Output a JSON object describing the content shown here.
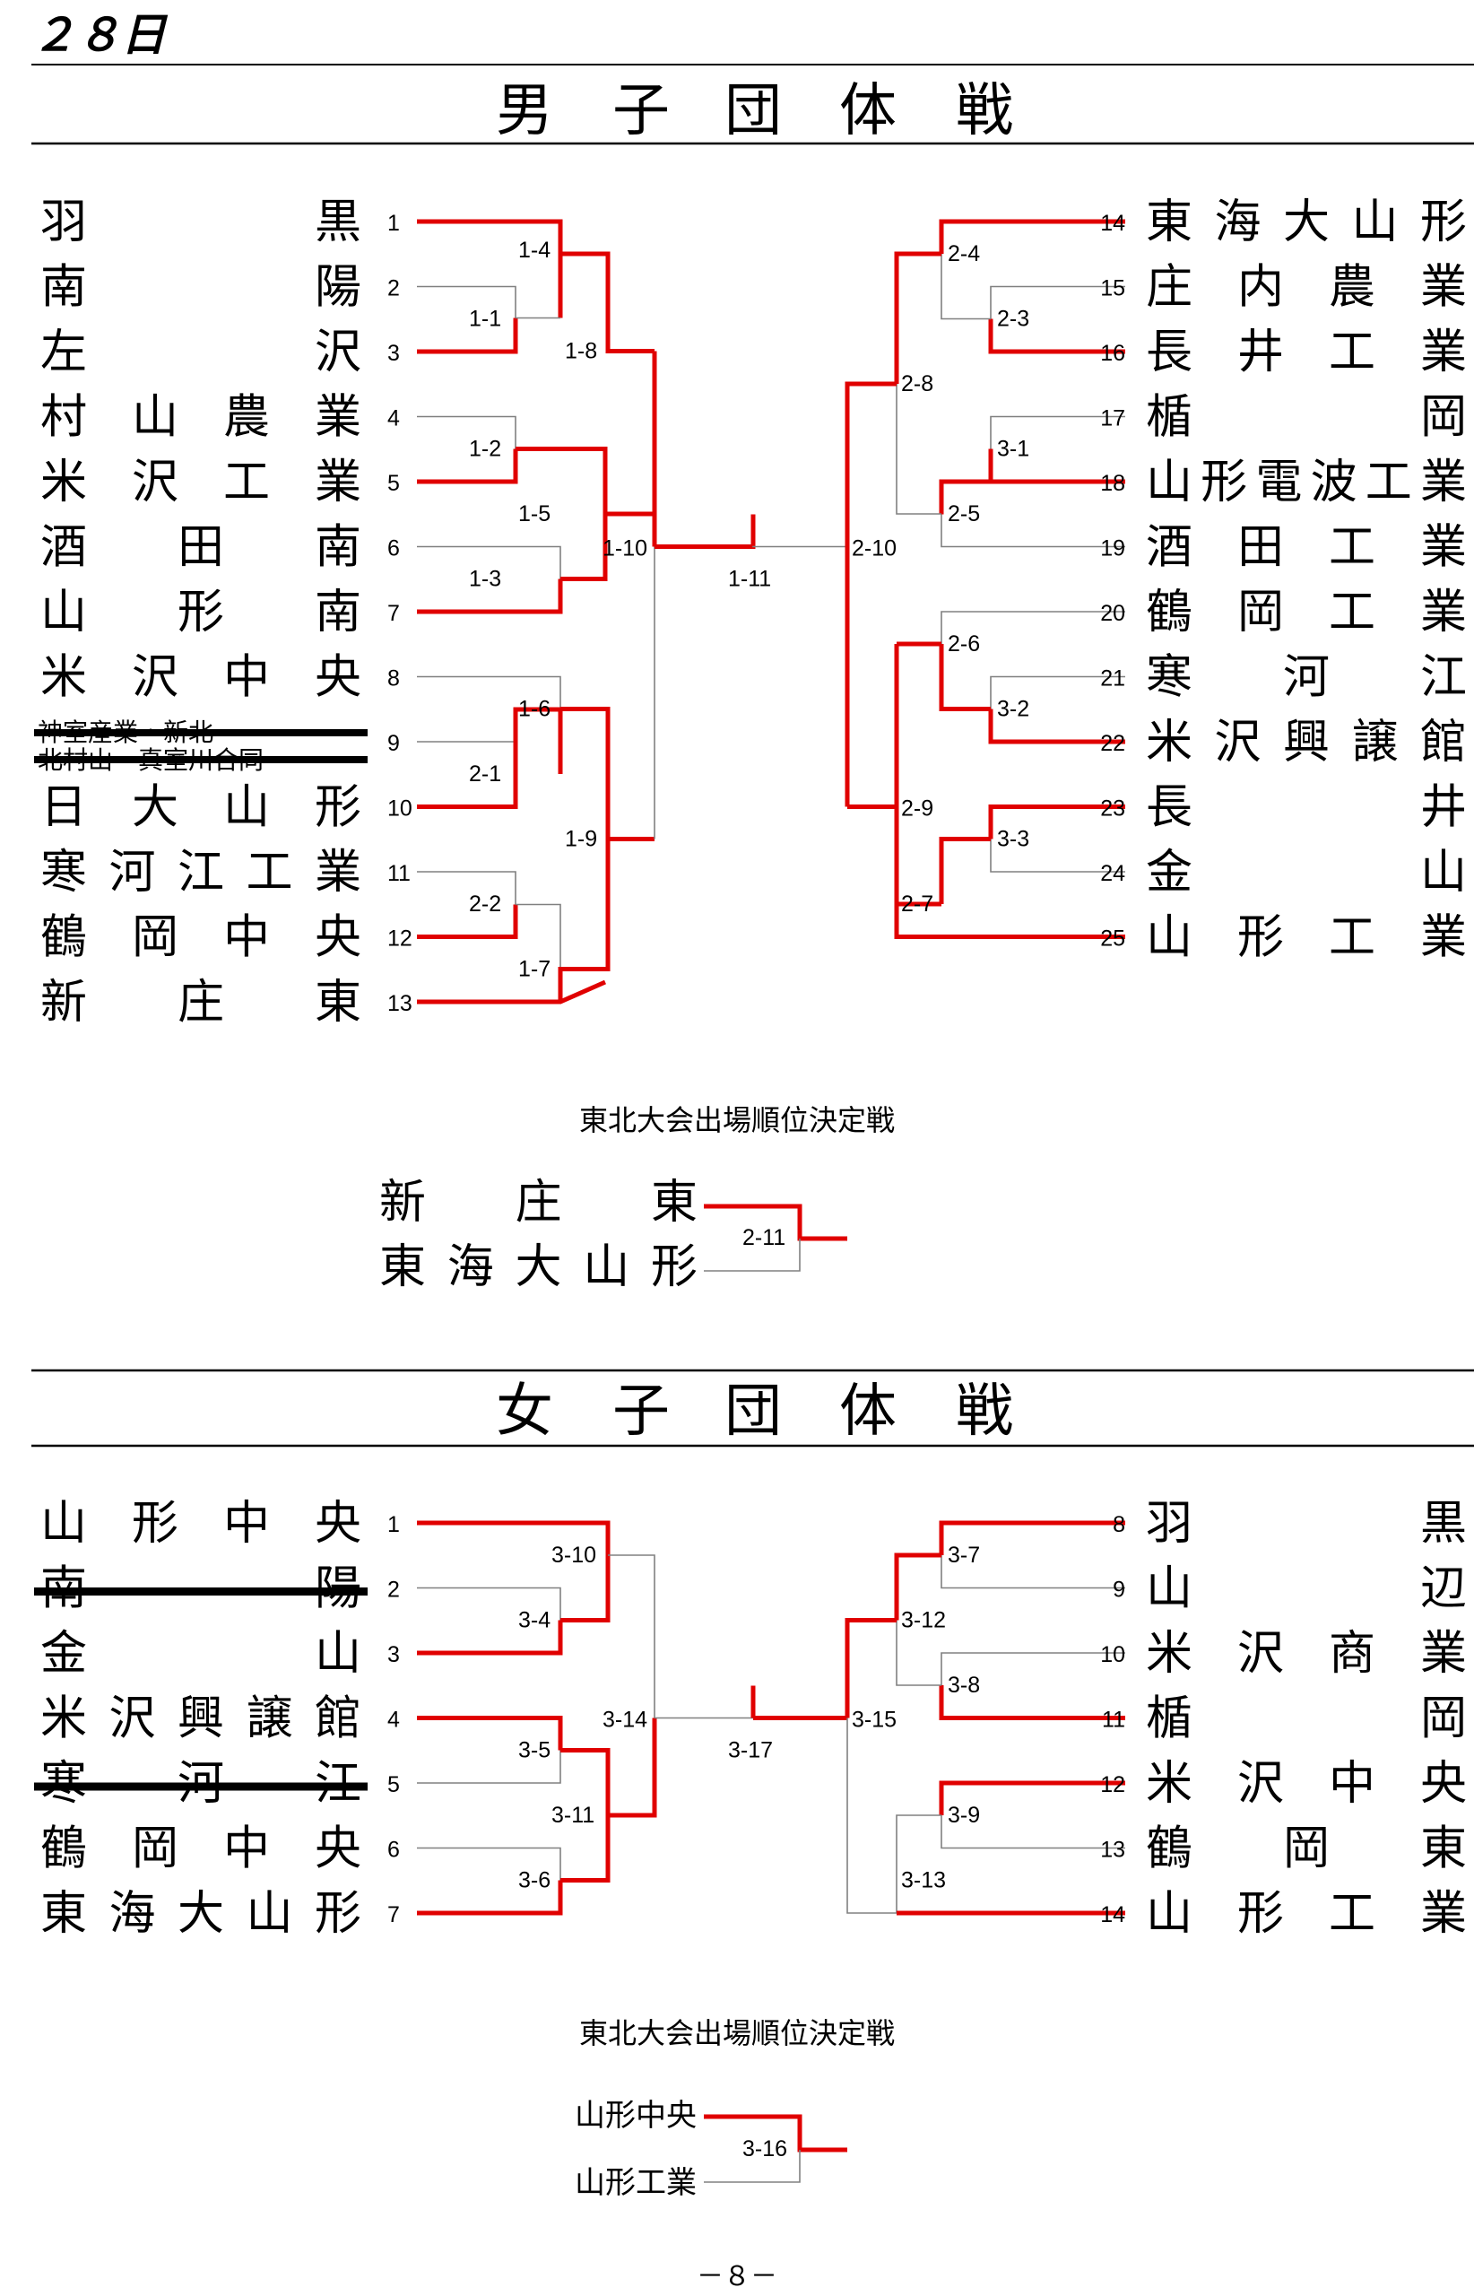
{
  "day": "２８日",
  "page_number": "－８－",
  "colors": {
    "winner_line": "#e00000",
    "line": "#808080",
    "text": "#000000"
  },
  "men": {
    "title": "男子団体戦",
    "teams": [
      {
        "num": "1",
        "name": "羽黒"
      },
      {
        "num": "2",
        "name": "南陽"
      },
      {
        "num": "3",
        "name": "左沢"
      },
      {
        "num": "4",
        "name": "村山農業"
      },
      {
        "num": "5",
        "name": "米沢工業"
      },
      {
        "num": "6",
        "name": "酒田南"
      },
      {
        "num": "7",
        "name": "山形南"
      },
      {
        "num": "8",
        "name": "米沢中央"
      },
      {
        "num": "9",
        "name": "神室産業・新北",
        "name2": "北村山・真室川合同",
        "struck": true
      },
      {
        "num": "10",
        "name": "日大山形"
      },
      {
        "num": "11",
        "name": "寒河江工業"
      },
      {
        "num": "12",
        "name": "鶴岡中央"
      },
      {
        "num": "13",
        "name": "新庄東"
      },
      {
        "num": "14",
        "name": "東海大山形"
      },
      {
        "num": "15",
        "name": "庄内農業"
      },
      {
        "num": "16",
        "name": "長井工業"
      },
      {
        "num": "17",
        "name": "楯岡"
      },
      {
        "num": "18",
        "name": "山形電波工業"
      },
      {
        "num": "19",
        "name": "酒田工業"
      },
      {
        "num": "20",
        "name": "鶴岡工業"
      },
      {
        "num": "21",
        "name": "寒河江"
      },
      {
        "num": "22",
        "name": "米沢興譲館"
      },
      {
        "num": "23",
        "name": "長井"
      },
      {
        "num": "24",
        "name": "金山"
      },
      {
        "num": "25",
        "name": "山形工業"
      }
    ],
    "matches": [
      "1-1",
      "1-2",
      "1-3",
      "1-4",
      "1-5",
      "1-6",
      "1-7",
      "1-8",
      "1-9",
      "1-10",
      "1-11",
      "2-1",
      "2-2",
      "2-3",
      "2-4",
      "2-5",
      "2-6",
      "2-7",
      "2-8",
      "2-9",
      "2-10",
      "3-1",
      "3-2",
      "3-3"
    ],
    "playoff_caption": "東北大会出場順位決定戦",
    "playoff": {
      "team_a": "新庄東",
      "team_b": "東海大山形",
      "match": "2-11"
    }
  },
  "women": {
    "title": "女子団体戦",
    "teams": [
      {
        "num": "1",
        "name": "山形中央"
      },
      {
        "num": "2",
        "name": "南陽",
        "struck": true
      },
      {
        "num": "3",
        "name": "金山"
      },
      {
        "num": "4",
        "name": "米沢興譲館"
      },
      {
        "num": "5",
        "name": "寒河江",
        "struck": true
      },
      {
        "num": "6",
        "name": "鶴岡中央"
      },
      {
        "num": "7",
        "name": "東海大山形"
      },
      {
        "num": "8",
        "name": "羽黒"
      },
      {
        "num": "9",
        "name": "山辺"
      },
      {
        "num": "10",
        "name": "米沢商業"
      },
      {
        "num": "11",
        "name": "楯岡"
      },
      {
        "num": "12",
        "name": "米沢中央"
      },
      {
        "num": "13",
        "name": "鶴岡東"
      },
      {
        "num": "14",
        "name": "山形工業"
      }
    ],
    "matches": [
      "3-4",
      "3-5",
      "3-6",
      "3-7",
      "3-8",
      "3-9",
      "3-10",
      "3-11",
      "3-12",
      "3-13",
      "3-14",
      "3-15",
      "3-17"
    ],
    "playoff_caption": "東北大会出場順位決定戦",
    "playoff": {
      "team_a": "山形中央",
      "team_b": "山形工業",
      "match": "3-16"
    }
  }
}
